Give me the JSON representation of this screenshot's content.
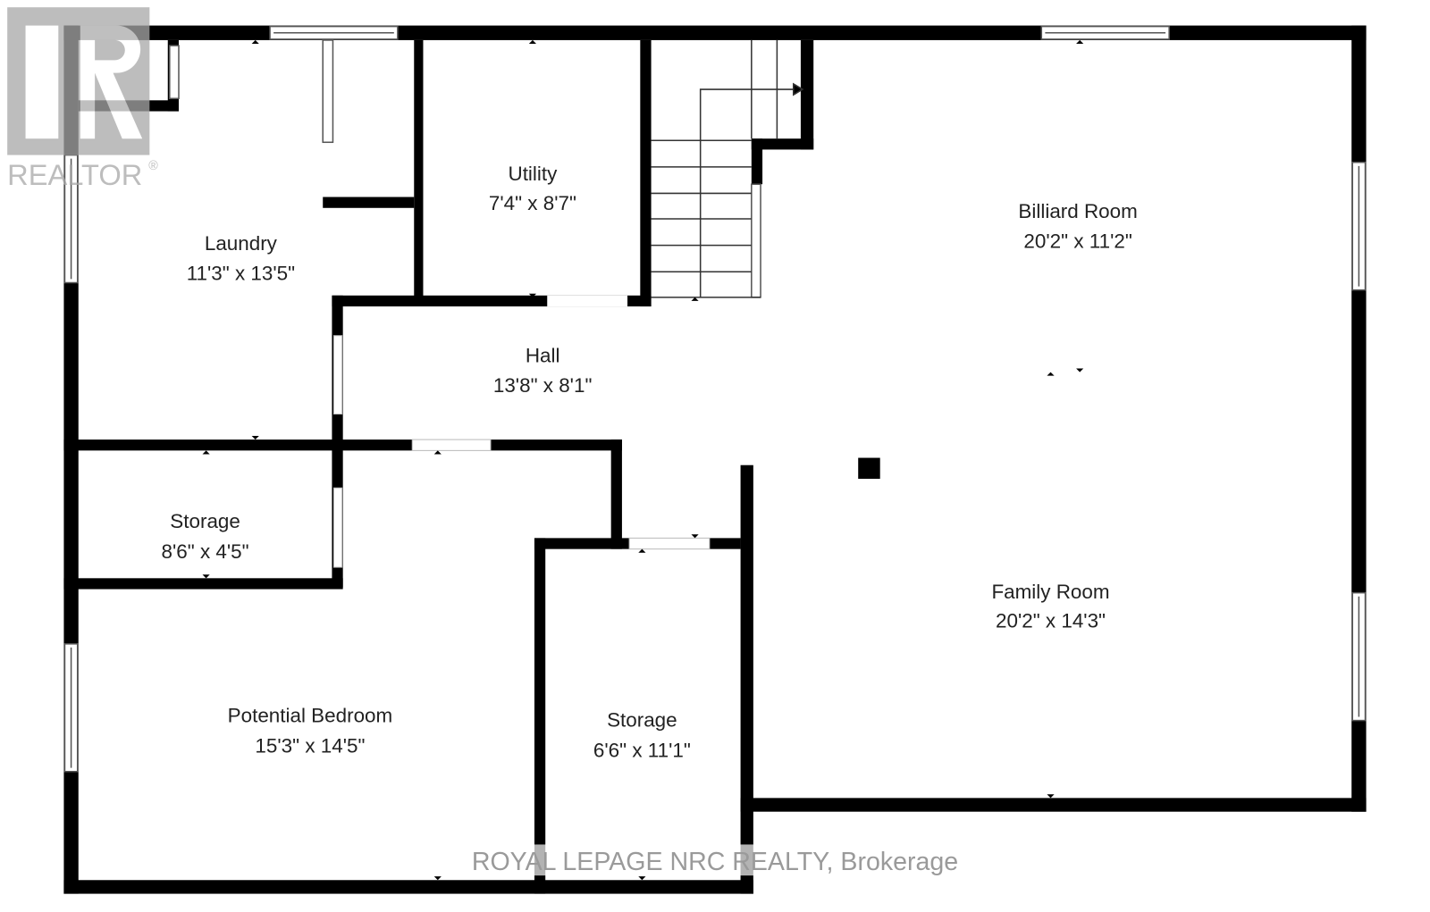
{
  "branding": {
    "logo_text": "REALTOR®",
    "watermark": "ROYAL LEPAGE NRC REALTY, Brokerage"
  },
  "colors": {
    "wall": "#000000",
    "logo": "#a8a8a8",
    "background": "#ffffff"
  },
  "rooms": [
    {
      "name": "Laundry",
      "size": "11'3\" x 13'5\""
    },
    {
      "name": "Utility",
      "size": "7'4\" x 8'7\""
    },
    {
      "name": "Billiard Room",
      "size": "20'2\" x 11'2\""
    },
    {
      "name": "Hall",
      "size": "13'8\" x 8'1\""
    },
    {
      "name": "Storage",
      "size": "8'6\" x 4'5\""
    },
    {
      "name": "Family Room",
      "size": "20'2\" x 14'3\""
    },
    {
      "name": "Potential Bedroom",
      "size": "15'3\" x 14'5\""
    },
    {
      "name": "Storage",
      "size": "6'6\" x 11'1\""
    }
  ]
}
